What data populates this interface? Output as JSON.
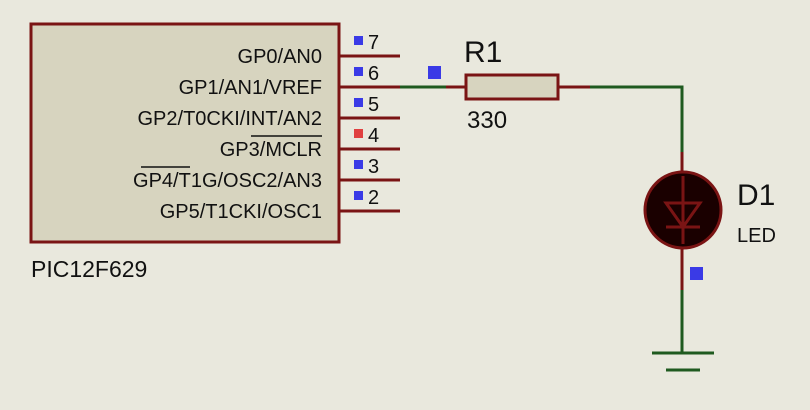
{
  "colors": {
    "background": "#e9e8dd",
    "chip_fill": "#d7d4bf",
    "outline": "#7a1414",
    "wire": "#1f5a1f",
    "node_marker": "#3a3ae6",
    "warn_marker": "#e04040",
    "led_fill": "#1a0000"
  },
  "microcontroller": {
    "part_name": "PIC12F629",
    "pins": [
      {
        "number": "7",
        "label": "GP0/AN0",
        "marker": "blue"
      },
      {
        "number": "6",
        "label": "GP1/AN1/VREF",
        "marker": "blue"
      },
      {
        "number": "5",
        "label": "GP2/T0CKI/INT/AN2",
        "marker": "blue"
      },
      {
        "number": "4",
        "label": "GP3/MCLR",
        "marker": "red"
      },
      {
        "number": "3",
        "label": "GP4/T1G/OSC2/AN3",
        "marker": "blue"
      },
      {
        "number": "2",
        "label": "GP5/T1CKI/OSC1",
        "marker": "blue"
      }
    ]
  },
  "resistor": {
    "designator": "R1",
    "value": "330"
  },
  "led": {
    "designator": "D1",
    "type": "LED"
  }
}
